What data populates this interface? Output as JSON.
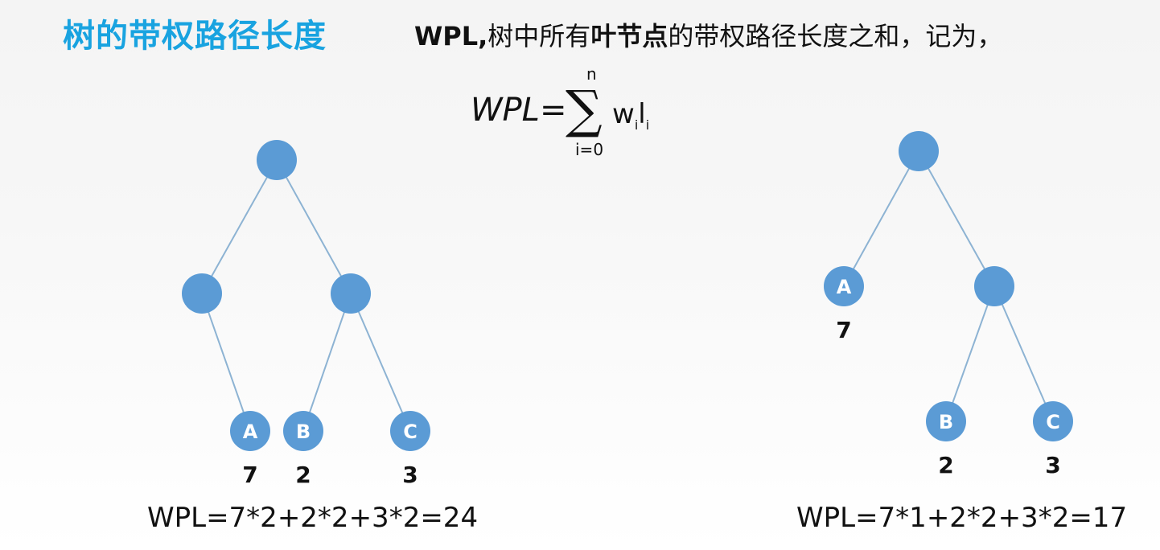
{
  "header": {
    "title": "树的带权路径长度",
    "desc_prefix": "WPL,",
    "desc_part1": "树中所有",
    "desc_bold": "叶节点",
    "desc_part2": "的带权路径长度之和，记为，"
  },
  "formula": {
    "lhs": "WPL=",
    "upper": "n",
    "lower": "i=0",
    "term_w": "w",
    "term_w_sub": "i",
    "term_l": "l",
    "term_l_sub": "i"
  },
  "tree_left": {
    "leaves": [
      {
        "label": "A",
        "weight": "7"
      },
      {
        "label": "B",
        "weight": "2"
      },
      {
        "label": "C",
        "weight": "3"
      }
    ],
    "wpl": "WPL=7*2+2*2+3*2=24"
  },
  "tree_right": {
    "leaves": [
      {
        "label": "A",
        "weight": "7"
      },
      {
        "label": "B",
        "weight": "2"
      },
      {
        "label": "C",
        "weight": "3"
      }
    ],
    "wpl": "WPL=7*1+2*2+3*2=17"
  },
  "colors": {
    "node": "#5b9bd5",
    "edge": "#8db3d3",
    "title": "#19a3e0"
  }
}
